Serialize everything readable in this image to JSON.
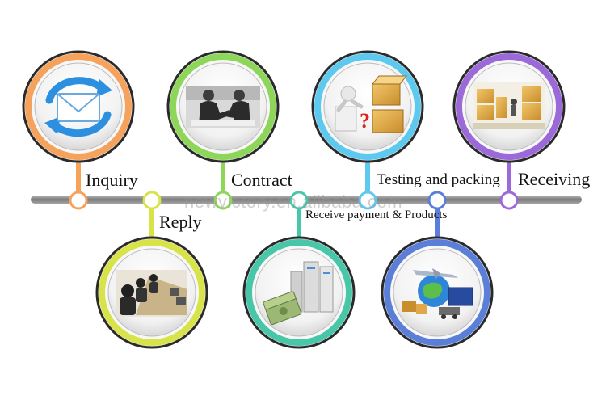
{
  "steps": [
    {
      "label": "Inquiry",
      "color": "#f5a35c",
      "icon": "envelope-icon"
    },
    {
      "label": "Reply",
      "color": "#d8e34a",
      "icon": "call-center-icon"
    },
    {
      "label": "Contract",
      "color": "#8ed65a",
      "icon": "handshake-icon"
    },
    {
      "label": "Receive payment & Products",
      "color": "#47c7a8",
      "icon": "money-and-server-icon"
    },
    {
      "label": "Testing and packing",
      "color": "#5ec9ef",
      "icon": "boxes-with-question-icon"
    },
    {
      "label": "",
      "color": "#5b7fd9",
      "icon": "logistics-globe-icon"
    },
    {
      "label": "Receiving",
      "color": "#9b6ad8",
      "icon": "warehouse-boxes-icon"
    }
  ],
  "watermark": "newvictory.en.alibaba.com",
  "timeline_color": "#8c8c8c"
}
